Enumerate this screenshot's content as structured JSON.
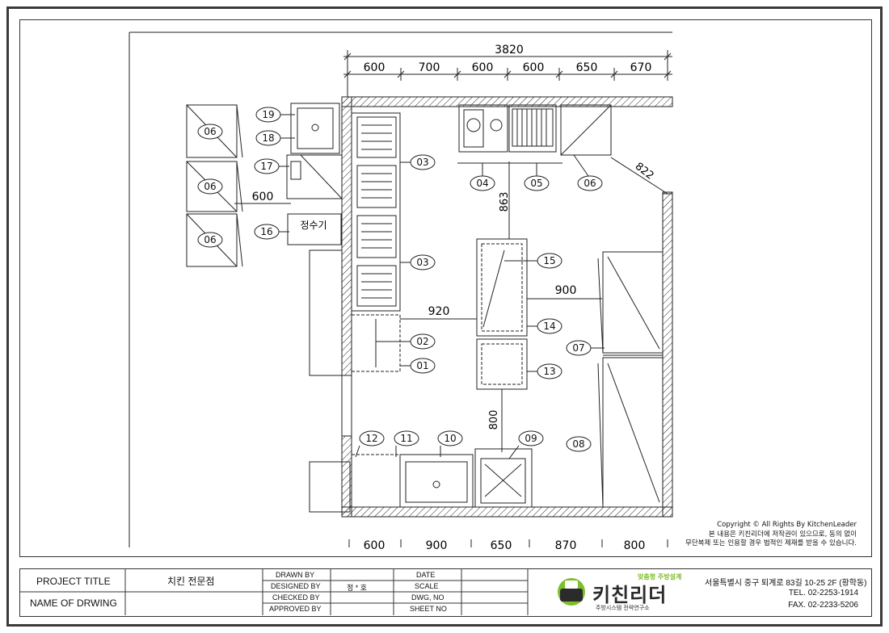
{
  "plan": {
    "total_width": "3820",
    "top_dims": [
      "600",
      "700",
      "600",
      "600",
      "650",
      "670"
    ],
    "bottom_dims": [
      "600",
      "900",
      "650",
      "870",
      "800"
    ],
    "dim_600_left": "600",
    "dim_863": "863",
    "dim_822": "822",
    "dim_920": "920",
    "dim_900": "900",
    "dim_800_v": "800",
    "water_purifier": "정수기",
    "tags": {
      "t01": "01",
      "t02": "02",
      "t03a": "03",
      "t03b": "03",
      "t04": "04",
      "t05": "05",
      "t06a": "06",
      "t06b": "06",
      "t06c": "06",
      "t06d": "06",
      "t07": "07",
      "t08": "08",
      "t09": "09",
      "t10": "10",
      "t11": "11",
      "t12": "12",
      "t13": "13",
      "t14": "14",
      "t15": "15",
      "t16": "16",
      "t17": "17",
      "t18": "18",
      "t19": "19"
    }
  },
  "copyright": {
    "line1": "Copyright © All Rights By KitchenLeader",
    "line2": "본 내용은 키친리더에 저작권이 있으므로, 동의 없이",
    "line3": "무단복제 또는 인용할 경우 법적인 제재를 받을 수 있습니다."
  },
  "title_block": {
    "project_title_label": "PROJECT TITLE",
    "project_title_value": "치킨 전문점",
    "name_of_drawing_label": "NAME OF DRWING",
    "drawn_by": "DRAWN BY",
    "designed_by": "DESIGNED BY",
    "designer": "정 * 호",
    "checked_by": "CHECKED BY",
    "approved_by": "APPROVED BY",
    "date": "DATE",
    "scale": "SCALE",
    "dwg_no": "DWG, NO",
    "sheet_no": "SHEET NO",
    "logo_tagline": "맞춤형 주방설계",
    "logo_name": "키친리더",
    "logo_subtitle": "주방시스템 전략연구소",
    "address": "서울특별시 중구 퇴계로 83길 10-25 2F (황학동)",
    "tel": "TEL. 02-2253-1914",
    "fax": "FAX. 02-2233-5206"
  },
  "colors": {
    "line": "#222222",
    "logo_green": "#7bbf2a",
    "logo_dark": "#2b2b2b"
  }
}
